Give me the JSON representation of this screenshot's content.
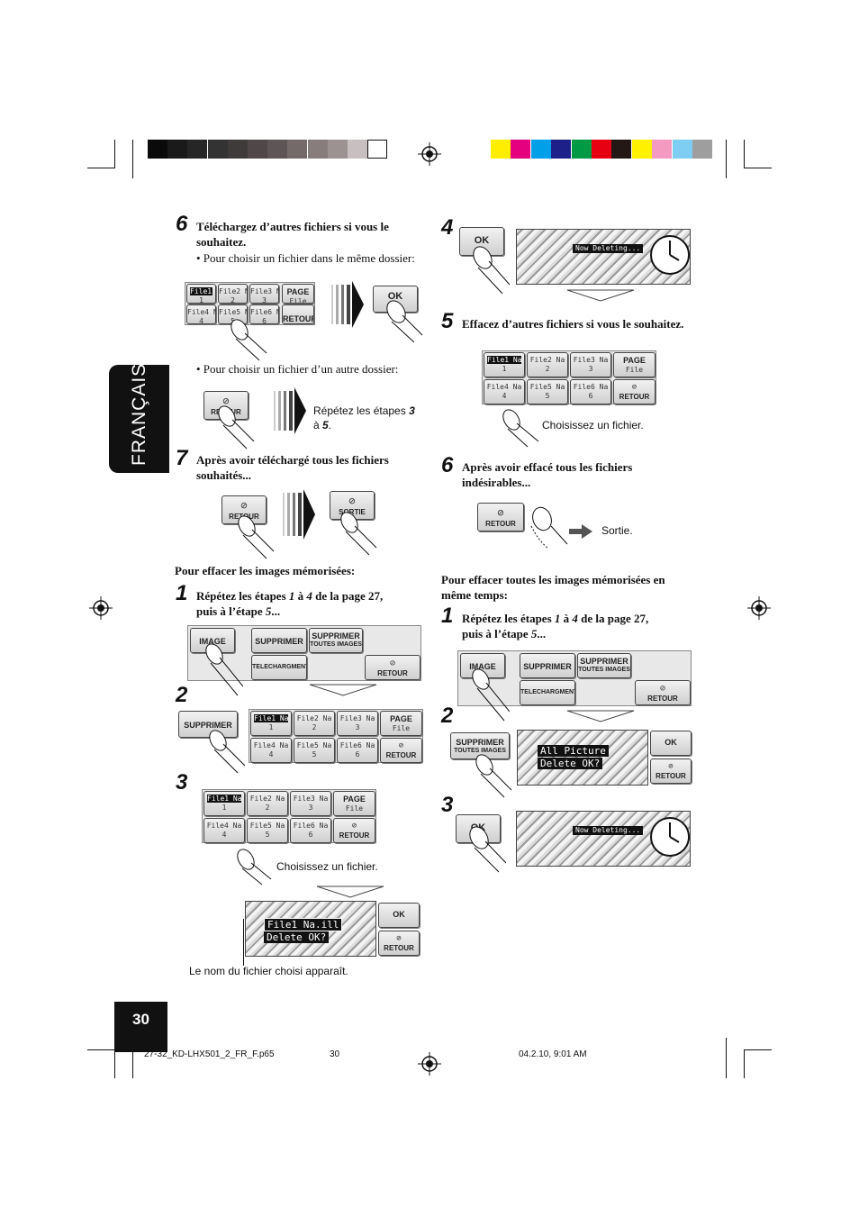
{
  "language_tab": "FRANÇAIS",
  "page_number": "30",
  "footer": {
    "file": "27-32_KD-LHX501_2_FR_F.p65",
    "page": "30",
    "date": "04.2.10, 9:01 AM"
  },
  "colors": {
    "grayscale_bar": [
      "#0a0a0a",
      "#1a1a1a",
      "#262626",
      "#333333",
      "#403b3b",
      "#504848",
      "#5e5656",
      "#746a6a",
      "#877d7d",
      "#9c9292",
      "#c8c0c0",
      "#ffffff"
    ],
    "color_bar": [
      "#ffee00",
      "#e4007f",
      "#00a0e9",
      "#1d2088",
      "#009944",
      "#e60012",
      "#231815",
      "#fff100",
      "#f49ac1",
      "#7ecef4",
      "#9e9e9f"
    ]
  },
  "left": {
    "step6": {
      "num": "6",
      "text": "Téléchargez d’autres fichiers si vous le souhaitez.",
      "bullet1": "•  Pour choisir un fichier dans le même dossier:",
      "bullet2": "•  Pour choisir un fichier d’un autre dossier:",
      "repeat_note_a": "Répétez les étapes ",
      "repeat_note_b": "3",
      "repeat_note_c": " à ",
      "repeat_note_d": "5",
      "repeat_note_e": "."
    },
    "step7": {
      "num": "7",
      "text": "Après avoir téléchargé tous les fichiers souhaités..."
    },
    "erase_heading": "Pour effacer les images mémorisées:",
    "step1": {
      "num": "1",
      "a": "Répétez les étapes ",
      "b": "1",
      "c": " à ",
      "d": "4",
      "e": " de la page 27,",
      "f": "puis à l’étape ",
      "g": "5",
      "h": "..."
    },
    "step2": {
      "num": "2"
    },
    "step3": {
      "num": "3",
      "choose": "Choisissez un fichier."
    },
    "name_note": "Le nom du fichier choisi apparaît."
  },
  "right": {
    "step4": {
      "num": "4"
    },
    "step5": {
      "num": "5",
      "text": "Effacez d’autres fichiers si vous le souhaitez.",
      "choose": "Choisissez un fichier."
    },
    "step6": {
      "num": "6",
      "text": "Après avoir effacé tous les fichiers indésirables...",
      "exit": "Sortie."
    },
    "erase_all_heading": "Pour effacer toutes les images mémorisées en même temps:",
    "step1": {
      "num": "1",
      "a": "Répétez les étapes ",
      "b": "1",
      "c": " à ",
      "d": "4",
      "e": " de la page 27,",
      "f": "puis à l’étape ",
      "g": "5",
      "h": "..."
    },
    "step2": {
      "num": "2"
    },
    "step3": {
      "num": "3"
    }
  },
  "ui": {
    "ok": "OK",
    "retour": "RETOUR",
    "sortie": "SORTIE",
    "image": "IMAGE",
    "supprimer": "SUPPRIMER",
    "supprimer_toutes_1": "SUPPRIMER",
    "supprimer_toutes_2": "TOUTES IMAGES",
    "telechargement": "TELECHARGMENT",
    "page": "PAGE",
    "file_label": "File",
    "files": [
      {
        "name": "File1 Na",
        "num": "1"
      },
      {
        "name": "File2 Na",
        "num": "2"
      },
      {
        "name": "File3 Na",
        "num": "3"
      },
      {
        "name": "File4 Na",
        "num": "4"
      },
      {
        "name": "File5 Na",
        "num": "5"
      },
      {
        "name": "File6 Na",
        "num": "6"
      }
    ],
    "now_deleting": "Now Deleting...",
    "delete_file_line1": "File1 Na.ill",
    "delete_file_line2": "Delete OK?",
    "all_picture_line1": "All Picture",
    "all_picture_line2": "Delete OK?"
  }
}
